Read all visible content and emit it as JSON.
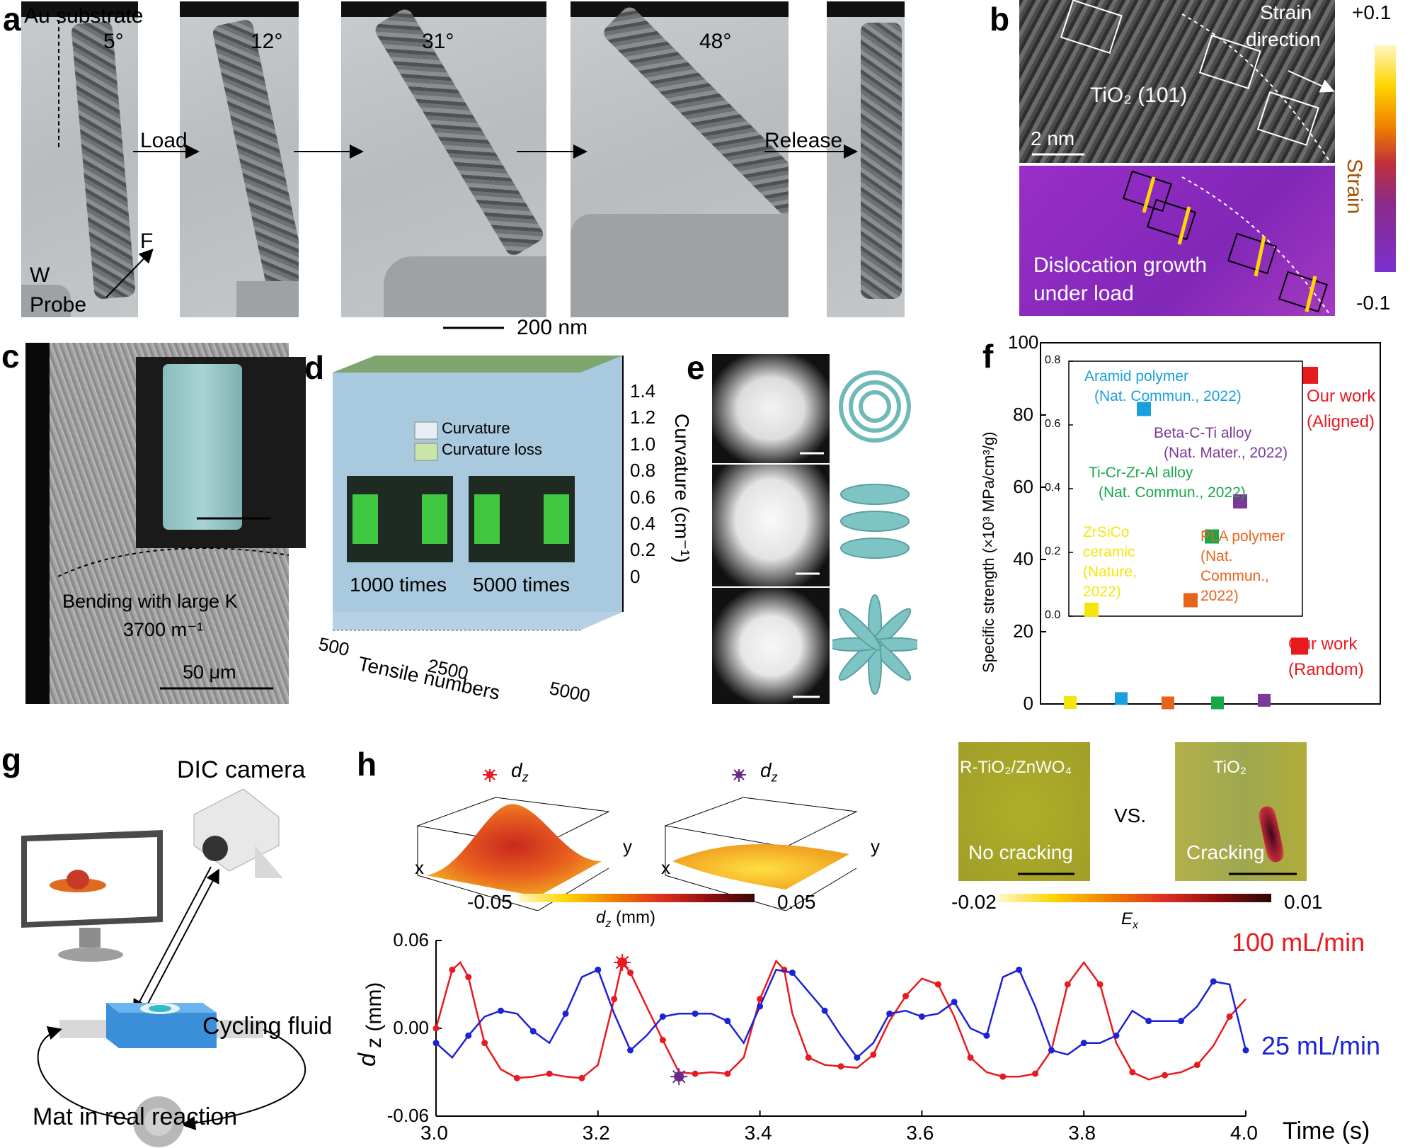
{
  "panel_labels": {
    "a": "a",
    "b": "b",
    "c": "c",
    "d": "d",
    "e": "e",
    "f": "f",
    "g": "g",
    "h": "h"
  },
  "panel_a": {
    "au_substrate": "Au substrate",
    "angles": [
      "5°",
      "12°",
      "31°",
      "48°"
    ],
    "load": "Load",
    "release": "Release",
    "force": "F",
    "probe_w": "W",
    "probe": "Probe",
    "scale": "200 nm"
  },
  "panel_b": {
    "strain_direction_1": "Strain",
    "strain_direction_2": "direction",
    "plane": "TiO₂ (101)",
    "scale": "2 nm",
    "caption_1": "Dislocation growth",
    "caption_2": "under load",
    "colorbar_label": "Strain",
    "colorbar_max": "+0.1",
    "colorbar_min": "-0.1"
  },
  "panel_c": {
    "caption_1": "Bending with large K",
    "caption_2": "3700 m⁻¹",
    "scale": "50 μm"
  },
  "panel_d": {
    "legend": [
      "Curvature",
      "Curvature loss"
    ],
    "photo_labels": [
      "1000 times",
      "5000 times"
    ],
    "xlabel": "Tensile numbers",
    "xticks": [
      "500",
      "2500",
      "5000"
    ],
    "ylabel": "Curvature (cm⁻¹)",
    "yticks": [
      "1.4",
      "1.2",
      "1.0",
      "0.8",
      "0.6",
      "0.4",
      "0.2",
      "0"
    ]
  },
  "panel_g": {
    "camera": "DIC camera",
    "fluid": "Cycling fluid",
    "mat": "Mat in real reaction"
  },
  "panel_h": {
    "dz_symbol": "d",
    "dz_sub": "z",
    "axis_x": "x",
    "axis_y": "y",
    "dz_cb_min": "-0.05",
    "dz_cb_max": "0.05",
    "dz_cb_label": "d",
    "dz_cb_unit": " (mm)",
    "ex_cb_min": "-0.02",
    "ex_cb_max": "0.01",
    "ex_cb_label": "E",
    "ex_cb_sub": "x",
    "photo1_title": "R-TiO₂/ZnWO₄",
    "photo1_caption": "No cracking",
    "versus": "VS.",
    "photo2_title": "TiO₂",
    "photo2_caption": "Cracking",
    "legend_100": "100 mL/min",
    "legend_25": "25 mL/min"
  },
  "colors": {
    "red": "#e8191f",
    "blue": "#1c22d6",
    "purple": "#6a2a8a"
  },
  "chart_data": [
    {
      "panel": "f",
      "type": "scatter",
      "ylabel": "Specific strength (×10³ MPa/cm³/g)",
      "ylim": [
        0,
        100
      ],
      "yticks": [
        "0",
        "20",
        "40",
        "60",
        "80",
        "100"
      ],
      "points": [
        {
          "y": 0.4,
          "color": "#f5e60a"
        },
        {
          "y": 1.5,
          "color": "#19a0dc"
        },
        {
          "y": 0.3,
          "color": "#e8641a"
        },
        {
          "y": 0.3,
          "color": "#18a84a"
        },
        {
          "y": 1.0,
          "color": "#7a3a9a"
        },
        {
          "y": 16,
          "color": "#e8191f"
        },
        {
          "y": 91,
          "color": "#e8191f"
        }
      ],
      "annotations": [
        {
          "lines": [
            "Our work",
            "(Aligned)"
          ],
          "color": "#e8191f"
        },
        {
          "lines": [
            "Our work",
            "(Random)"
          ],
          "color": "#e8191f"
        }
      ],
      "inset": {
        "ylim": [
          0,
          0.8
        ],
        "yticks": [
          "0.0",
          "0.2",
          "0.4",
          "0.6",
          "0.8"
        ],
        "points": [
          {
            "name": "ZrSiCo ceramic (Nature, 2022)",
            "y": 0.02,
            "color": "#f5e60a"
          },
          {
            "name": "Aramid polymer (Nat. Commun., 2022)",
            "y": 0.65,
            "color": "#19a0dc"
          },
          {
            "name": "PLA polymer (Nat. Commun., 2022)",
            "y": 0.05,
            "color": "#e8641a"
          },
          {
            "name": "Ti-Cr-Zr-Al alloy (Nat. Commun., 2022)",
            "y": 0.25,
            "color": "#18a84a"
          },
          {
            "name": "Beta-C-Ti alloy (Nat. Mater., 2022)",
            "y": 0.36,
            "color": "#7a3a9a"
          }
        ],
        "labels": [
          {
            "lines": [
              "Aramid polymer",
              "(Nat. Commun., 2022)"
            ],
            "color": "#19a0dc"
          },
          {
            "lines": [
              "Beta-C-Ti alloy",
              "(Nat. Mater., 2022)"
            ],
            "color": "#7a3a9a"
          },
          {
            "lines": [
              "Ti-Cr-Zr-Al alloy",
              "(Nat. Commun., 2022)"
            ],
            "color": "#18a84a"
          },
          {
            "lines": [
              "ZrSiCo",
              "ceramic",
              "(Nature,",
              "2022)"
            ],
            "color": "#f5e60a"
          },
          {
            "lines": [
              "PLA polymer",
              "(Nat.",
              "Commun.,",
              "2022)"
            ],
            "color": "#e8641a"
          }
        ]
      }
    },
    {
      "panel": "h",
      "type": "line",
      "xlabel": "Time (s)",
      "ylabel": "d_z (mm)",
      "xlim": [
        3.0,
        4.0
      ],
      "ylim": [
        -0.06,
        0.06
      ],
      "xticks": [
        "3.0",
        "3.2",
        "3.4",
        "3.6",
        "3.8",
        "4.0"
      ],
      "yticks": [
        "0.06",
        "0.00",
        "-0.06"
      ],
      "series": [
        {
          "name": "100 mL/min",
          "color": "#e8191f",
          "x": [
            3.0,
            3.01,
            3.02,
            3.03,
            3.04,
            3.05,
            3.06,
            3.08,
            3.1,
            3.12,
            3.14,
            3.16,
            3.18,
            3.2,
            3.22,
            3.23,
            3.24,
            3.26,
            3.28,
            3.3,
            3.32,
            3.34,
            3.36,
            3.38,
            3.4,
            3.42,
            3.43,
            3.44,
            3.46,
            3.48,
            3.5,
            3.52,
            3.54,
            3.56,
            3.58,
            3.6,
            3.62,
            3.64,
            3.66,
            3.68,
            3.7,
            3.72,
            3.74,
            3.76,
            3.78,
            3.8,
            3.82,
            3.84,
            3.86,
            3.88,
            3.9,
            3.92,
            3.94,
            3.96,
            3.98,
            4.0
          ],
          "y": [
            0.0,
            0.02,
            0.04,
            0.045,
            0.035,
            0.012,
            -0.01,
            -0.028,
            -0.034,
            -0.033,
            -0.031,
            -0.033,
            -0.034,
            -0.025,
            0.02,
            0.045,
            0.038,
            0.015,
            -0.008,
            -0.03,
            -0.031,
            -0.03,
            -0.031,
            -0.02,
            0.02,
            0.046,
            0.04,
            0.01,
            -0.02,
            -0.025,
            -0.026,
            -0.027,
            -0.018,
            0.005,
            0.022,
            0.034,
            0.03,
            0.008,
            -0.02,
            -0.03,
            -0.033,
            -0.033,
            -0.031,
            -0.015,
            0.03,
            0.045,
            0.03,
            -0.01,
            -0.03,
            -0.035,
            -0.032,
            -0.03,
            -0.025,
            -0.012,
            0.008,
            0.02
          ],
          "markers_at": [
            3.03,
            3.23,
            3.3,
            3.43,
            3.62,
            3.8
          ]
        },
        {
          "name": "25 mL/min",
          "color": "#1c22d6",
          "x": [
            3.0,
            3.02,
            3.04,
            3.06,
            3.08,
            3.1,
            3.12,
            3.14,
            3.16,
            3.18,
            3.2,
            3.22,
            3.24,
            3.26,
            3.28,
            3.3,
            3.32,
            3.34,
            3.36,
            3.38,
            3.4,
            3.42,
            3.44,
            3.46,
            3.48,
            3.5,
            3.52,
            3.54,
            3.56,
            3.58,
            3.6,
            3.62,
            3.64,
            3.66,
            3.68,
            3.7,
            3.72,
            3.74,
            3.76,
            3.78,
            3.8,
            3.82,
            3.84,
            3.86,
            3.88,
            3.9,
            3.92,
            3.94,
            3.96,
            3.98,
            4.0
          ],
          "y": [
            -0.01,
            -0.02,
            -0.005,
            0.008,
            0.012,
            0.01,
            -0.002,
            -0.01,
            0.01,
            0.035,
            0.04,
            0.01,
            -0.015,
            -0.005,
            0.008,
            0.01,
            0.01,
            0.01,
            0.005,
            -0.01,
            0.015,
            0.04,
            0.038,
            0.025,
            0.012,
            -0.005,
            -0.02,
            -0.01,
            0.01,
            0.012,
            0.008,
            0.01,
            0.018,
            0.0,
            -0.005,
            0.035,
            0.04,
            0.015,
            -0.015,
            -0.018,
            -0.01,
            -0.01,
            -0.005,
            0.012,
            0.005,
            0.005,
            0.005,
            0.015,
            0.032,
            0.03,
            -0.015
          ],
          "markers_at": [
            3.3
          ]
        }
      ],
      "special_markers": [
        {
          "x": 3.23,
          "y": 0.045,
          "color": "#e8191f"
        },
        {
          "x": 3.3,
          "y": -0.033,
          "color": "#6a2a8a"
        }
      ]
    }
  ]
}
